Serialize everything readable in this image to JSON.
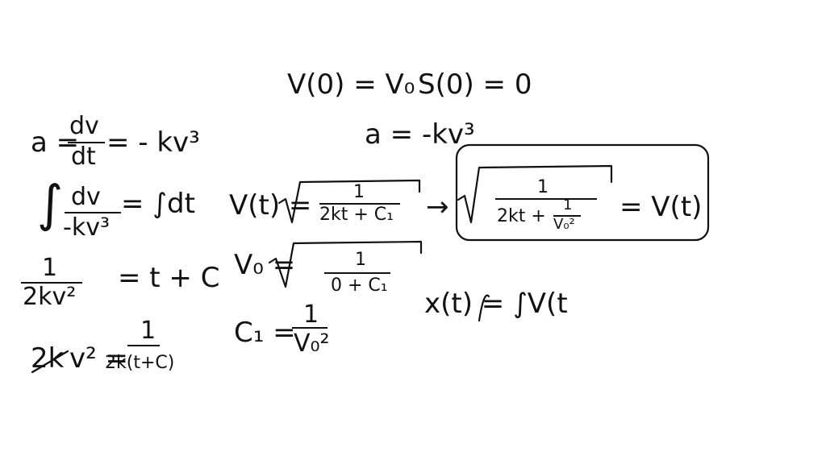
{
  "whiteboard": {
    "initial_conditions": {
      "v0": "V(0) = V₀",
      "s0": "S(0) = 0"
    },
    "accel_top": "a = -kv³",
    "left": {
      "eq1_a": "a =",
      "eq1_num": "dv",
      "eq1_den": "dt",
      "eq1_rhs": "= - kv³",
      "int_sign": "∫",
      "eq2_num": "dv",
      "eq2_den": "-kv³",
      "eq2_rhs": "= ∫dt",
      "eq3_num": "1",
      "eq3_den": "2kv²",
      "eq3_rhs": "= t + C",
      "eq4_strike": "2k",
      "eq4_lhs": "v² =",
      "eq4_num": "1",
      "eq4_den": "2k(t+C)"
    },
    "middle": {
      "vt_label": "V(t) =",
      "vt_num": "1",
      "vt_den": "2kt + C₁",
      "v0_label": "V₀ =",
      "v0_num": "1",
      "v0_den": "0 + C₁",
      "c1_label": "C₁ =",
      "c1_num": "1",
      "c1_den": "V₀²"
    },
    "boxed": {
      "arrow": "→",
      "num": "1",
      "den_main": "2kt +",
      "den_frac_num": "1",
      "den_frac_den": "V₀²",
      "rhs": "= V(t)"
    },
    "position": "x(t) = ∫V(t"
  }
}
